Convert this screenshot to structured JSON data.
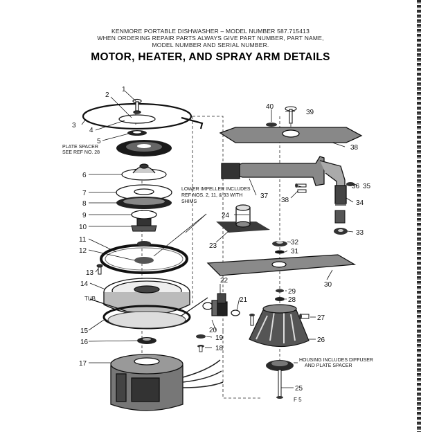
{
  "header": {
    "line1": "KENMORE PORTABLE DISHWASHER – MODEL NUMBER 587.715413",
    "line2": "WHEN ORDERING REPAIR PARTS ALWAYS GIVE PART NUMBER, PART NAME,",
    "line3": "MODEL NUMBER AND SERIAL NUMBER.",
    "title": "MOTOR, HEATER, AND SPRAY ARM DETAILS"
  },
  "labels": {
    "n1": "1",
    "n2": "2",
    "n3": "3",
    "n4": "4",
    "n5": "5",
    "n6": "6",
    "n7": "7",
    "n8": "8",
    "n9": "9",
    "n10": "10",
    "n11": "11",
    "n12": "12",
    "n13": "13",
    "n14": "14",
    "n15": "15",
    "n16": "16",
    "n17": "17",
    "n18": "18",
    "n19": "19",
    "n20": "20",
    "n21": "21",
    "n22": "22",
    "n23": "23",
    "n24": "24",
    "n25": "25",
    "n26": "26",
    "n27": "27",
    "n28": "28",
    "n29": "29",
    "n30": "30",
    "n31": "31",
    "n32": "32",
    "n33": "33",
    "n34": "34",
    "n35": "35",
    "n36": "36",
    "n37": "37",
    "n38a": "38",
    "n38b": "38",
    "n39": "39",
    "n40": "40",
    "tub": "TUB"
  },
  "notes": {
    "plate_spacer_1": "PLATE SPACER",
    "plate_spacer_2": "SEE REF NO. 28",
    "impeller_1": "LOWER IMPELLER INCLUDES",
    "impeller_2": "REF NOS. 2, 11, & 33 WITH",
    "impeller_3": "SHIMS",
    "housing_1": "HOUSING INCLUDES DIFFUSER",
    "housing_2": "AND PLATE SPACER"
  },
  "page_number": "F 5"
}
